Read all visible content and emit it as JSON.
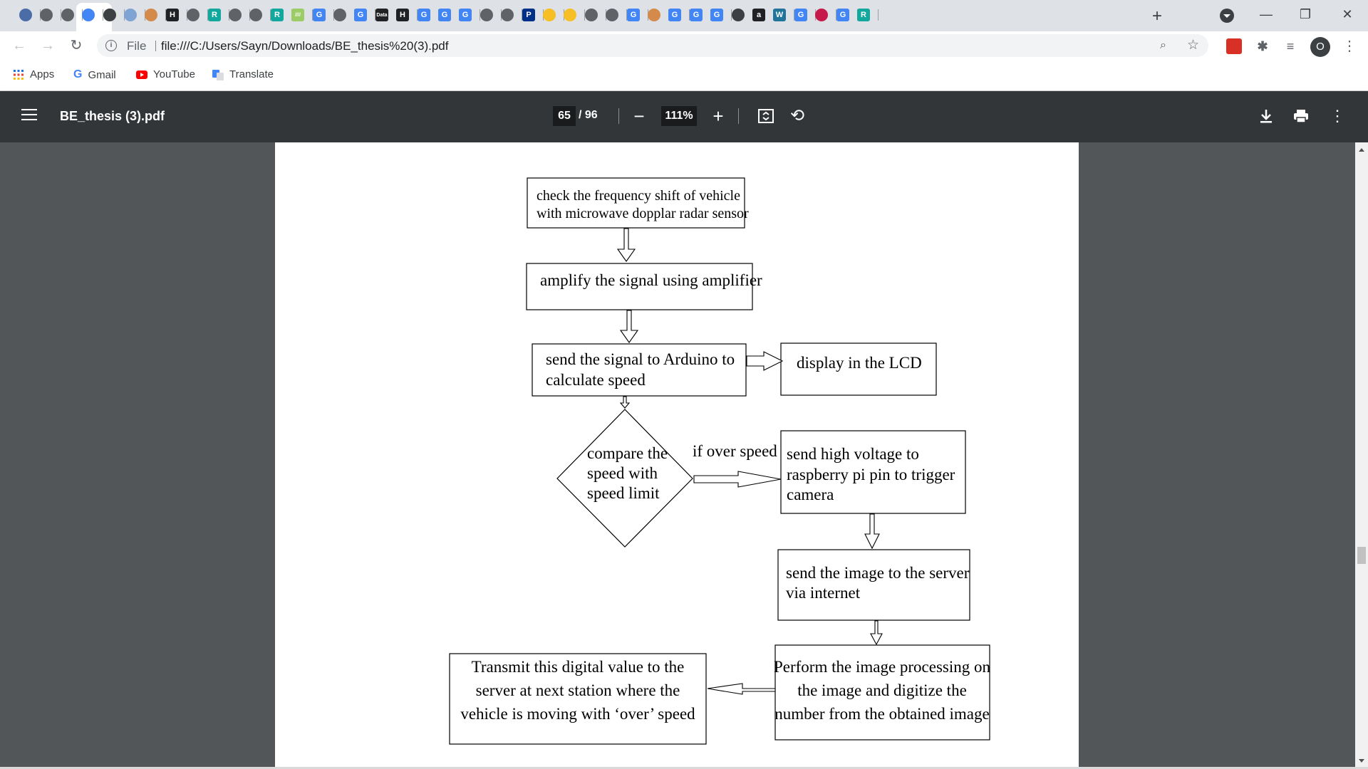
{
  "browser": {
    "tab_favicons": [
      {
        "label": "",
        "color": "#4a6da7"
      },
      {
        "label": "",
        "color": "#5f6368"
      },
      {
        "label": "",
        "color": "#5f6368"
      },
      {
        "label": "",
        "color": "#4285f4"
      },
      {
        "label": "",
        "color": "#3c4043"
      },
      {
        "label": "",
        "color": "#7fa4d4"
      },
      {
        "label": "",
        "color": "#d48a4a"
      },
      {
        "label": "H",
        "color": "#202124"
      },
      {
        "label": "",
        "color": "#5f6368"
      },
      {
        "label": "R",
        "color": "#12a89d"
      },
      {
        "label": "",
        "color": "#5f6368"
      },
      {
        "label": "",
        "color": "#5f6368"
      },
      {
        "label": "R",
        "color": "#12a89d"
      },
      {
        "label": "////",
        "color": "#9ccc65"
      },
      {
        "label": "G",
        "color": "#4285f4"
      },
      {
        "label": "",
        "color": "#5f6368"
      },
      {
        "label": "G",
        "color": "#4285f4"
      },
      {
        "label": "Data",
        "color": "#202124"
      },
      {
        "label": "H",
        "color": "#202124"
      },
      {
        "label": "G",
        "color": "#4285f4"
      },
      {
        "label": "G",
        "color": "#4285f4"
      },
      {
        "label": "G",
        "color": "#4285f4"
      },
      {
        "label": "",
        "color": "#5f6368"
      },
      {
        "label": "",
        "color": "#5f6368"
      },
      {
        "label": "P",
        "color": "#003087"
      },
      {
        "label": "",
        "color": "#f6bf26"
      },
      {
        "label": "",
        "color": "#f6bf26"
      },
      {
        "label": "",
        "color": "#5f6368"
      },
      {
        "label": "",
        "color": "#5f6368"
      },
      {
        "label": "G",
        "color": "#4285f4"
      },
      {
        "label": "",
        "color": "#d48a4a"
      },
      {
        "label": "G",
        "color": "#4285f4"
      },
      {
        "label": "G",
        "color": "#4285f4"
      },
      {
        "label": "G",
        "color": "#4285f4"
      },
      {
        "label": "",
        "color": "#3c4043"
      },
      {
        "label": "a",
        "color": "#202124"
      },
      {
        "label": "W",
        "color": "#21759b"
      },
      {
        "label": "G",
        "color": "#4285f4"
      },
      {
        "label": "",
        "color": "#c51a4a"
      },
      {
        "label": "G",
        "color": "#4285f4"
      },
      {
        "label": "R",
        "color": "#12a89d"
      }
    ],
    "new_tab": "+",
    "url_scheme_label": "File",
    "url": "file:///C:/Users/Sayn/Downloads/BE_thesis%20(3).pdf",
    "profile_initial": "O",
    "bookmarks": [
      {
        "label": "Apps"
      },
      {
        "label": "Gmail"
      },
      {
        "label": "YouTube"
      },
      {
        "label": "Translate"
      }
    ]
  },
  "pdf_viewer": {
    "title": "BE_thesis (3).pdf",
    "current_page": "65",
    "total_pages": "/ 96",
    "zoom": "111%"
  },
  "flowchart": {
    "step1_line1": "check the frequency shift of vehicle",
    "step1_line2": "with microwave dopplar radar sensor",
    "step2": "amplify the signal using amplifier",
    "step3_line1": "send the signal to Arduino to",
    "step3_line2": "calculate speed",
    "display": "display in the LCD",
    "decision_line1": "compare the",
    "decision_line2": "speed with",
    "decision_line3": "speed limit",
    "condition": "if over speed",
    "trigger_line1": "send high voltage to",
    "trigger_line2": "raspberry pi pin to trigger",
    "trigger_line3": "camera",
    "send_image_line1": "send the image to the server",
    "send_image_line2": "via internet",
    "process_line1": "Perform the image processing on",
    "process_line2": "the image and digitize the",
    "process_line3": "number from the obtained image",
    "transmit_line1": "Transmit this digital value to the",
    "transmit_line2": "server at next station where the",
    "transmit_line3": "vehicle is moving with ‘over’ speed"
  }
}
